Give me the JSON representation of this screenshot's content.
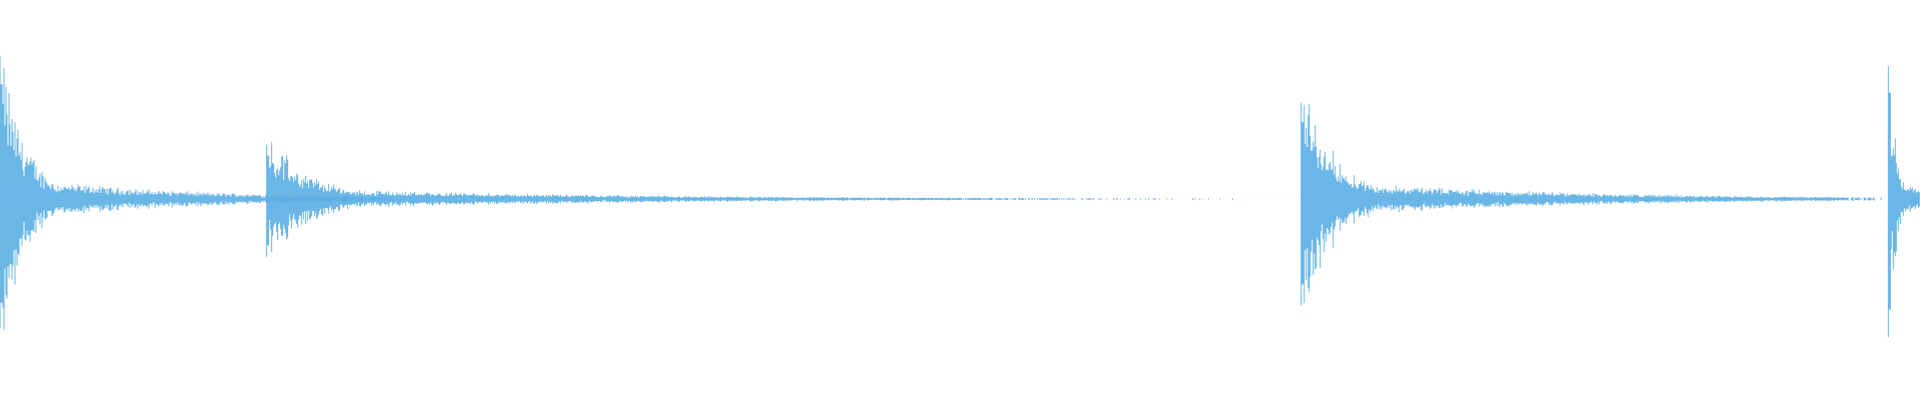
{
  "waveform": {
    "color": "#5aaee3",
    "background": "#ffffff",
    "transients": [
      {
        "peak_up": 0.82,
        "peak_down": 0.74,
        "body": 0.12,
        "decay_seconds": 0.32,
        "tail_seconds": 0.05
      },
      {
        "peak_up": 0.31,
        "peak_down": 0.33,
        "body": 0.06,
        "decay_seconds": 0.62,
        "tail_seconds": 0.25
      },
      {
        "peak_up": 0.55,
        "peak_down": 0.61,
        "body": 0.1,
        "decay_seconds": 0.47,
        "tail_seconds": 0.08
      },
      {
        "peak_up": 0.76,
        "peak_down": 0.79,
        "body": 0.14,
        "decay_seconds": 0.05,
        "tail_seconds": 0.0
      }
    ],
    "transient_times_fraction": [
      0.0,
      0.139,
      0.678,
      0.984
    ]
  }
}
